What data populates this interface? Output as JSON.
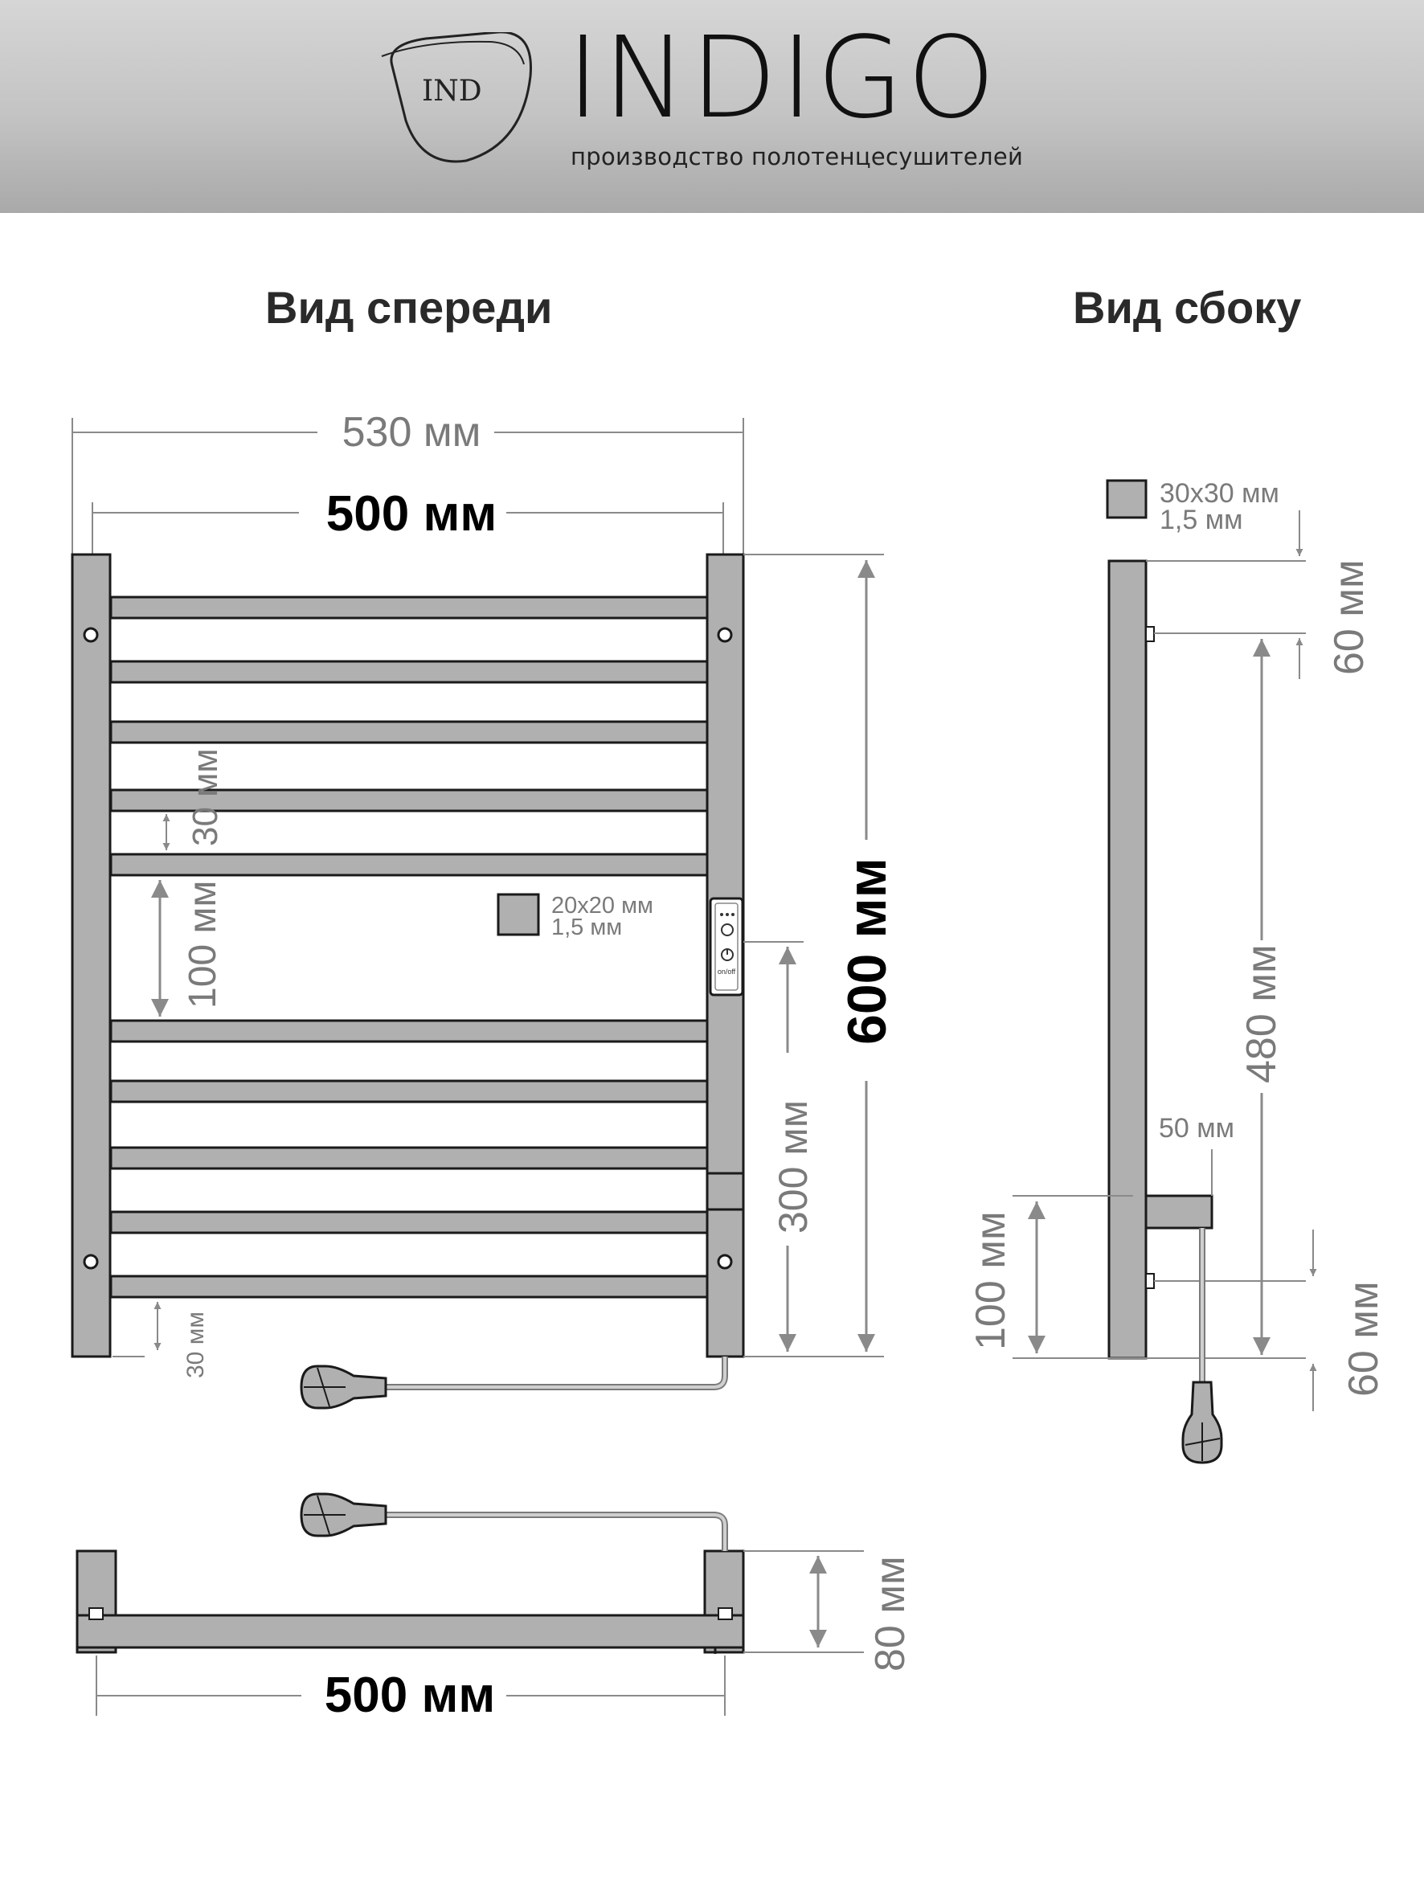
{
  "brand": {
    "logo_text": "IND",
    "name": "INDIGO",
    "tagline": "производство полотенцесушителей"
  },
  "views": {
    "front": "Вид спереди",
    "side": "Вид сбоку"
  },
  "front": {
    "overall_width": "530 мм",
    "rail_width": "500 мм",
    "height": "600 мм",
    "bar_gap": "30 мм",
    "middle_gap": "100 мм",
    "bottom_offset": "30 мм",
    "heater_height": "300 мм",
    "profile_size": "20x20 мм",
    "profile_wall": "1,5 мм",
    "control_label": "on/off"
  },
  "side": {
    "profile_size": "30x30 мм",
    "profile_wall": "1,5 мм",
    "top_offset": "60 мм",
    "mount_spacing": "480 мм",
    "bottom_offset": "60 мм",
    "cable_offset": "50 мм",
    "cable_height": "100 мм"
  },
  "top": {
    "width": "500 мм",
    "depth": "80 мм"
  },
  "colors": {
    "metal": "#b0b0b0",
    "outline": "#1a1a1a",
    "dimension": "#7a7a7a",
    "header": "#c3c3c3"
  }
}
